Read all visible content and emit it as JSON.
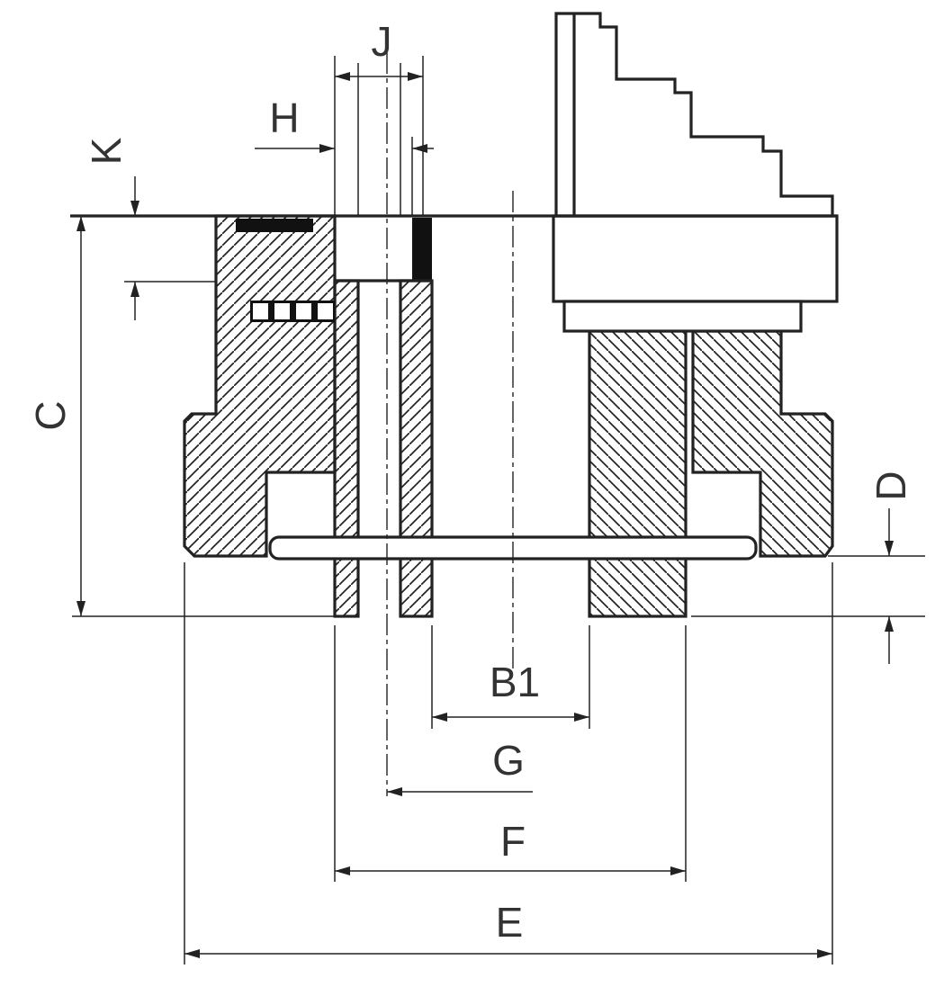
{
  "drawing": {
    "kind": "lathe-chuck-backplate-cross-section",
    "colors": {
      "line": "#222222",
      "label": "#333333",
      "background": "#ffffff"
    },
    "dimensions": {
      "j": "J",
      "h": "H",
      "k": "K",
      "c": "C",
      "d": "D",
      "b1": "B1",
      "g": "G",
      "f": "F",
      "e": "E"
    }
  }
}
